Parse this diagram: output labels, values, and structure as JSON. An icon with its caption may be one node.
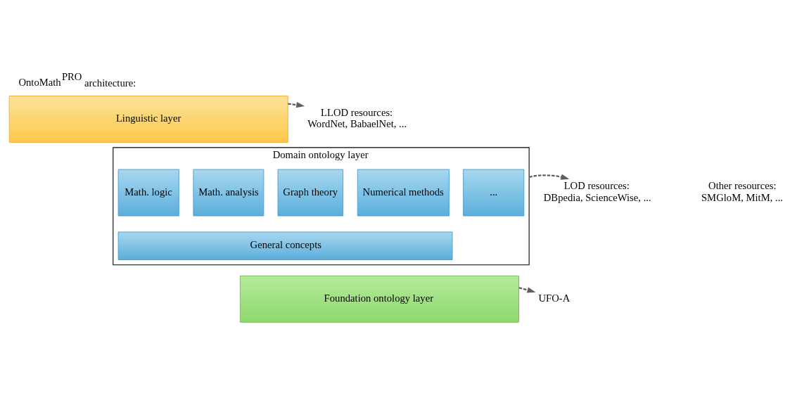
{
  "diagram": {
    "title": "OntoMath$^{PRO}$ architecture:",
    "nodes": [
      {
        "text": [
          "Linguistic layer"
        ]
      },
      {
        "text": [
          "LLOD resources:",
          "WordNet, BabaelNet, ..."
        ]
      },
      {
        "text": [
          "Domain ontology layer"
        ]
      },
      {
        "text": [
          "Math. logic"
        ],
        "in": 2
      },
      {
        "text": [
          "Math. analysis"
        ],
        "in": 2
      },
      {
        "text": [
          "Graph theory"
        ],
        "in": 2
      },
      {
        "text": [
          "Numerical methods"
        ],
        "in": 2
      },
      {
        "text": [
          "..."
        ],
        "in": 2
      },
      {
        "text": [
          "General concepts"
        ],
        "in": 2
      },
      {
        "text": [
          "LOD resources:",
          "DBpedia, ScienceWise, ..."
        ]
      },
      {
        "text": [
          "Foundation ontology layer"
        ]
      },
      {
        "text": [
          "UFO-A"
        ]
      }
    ],
    "edges": [
      {
        "from": 0,
        "to": 1,
        "arrow": "to",
        "style": "dashed"
      },
      {
        "from": 2,
        "to": 9,
        "arrow": "to",
        "style": "dashed"
      },
      {
        "from": 10,
        "to": 11,
        "arrow": "to",
        "style": "dashed"
      }
    ],
    "labels": [
      "Other resources:",
      "SMGloM, MitM, ..."
    ]
  }
}
